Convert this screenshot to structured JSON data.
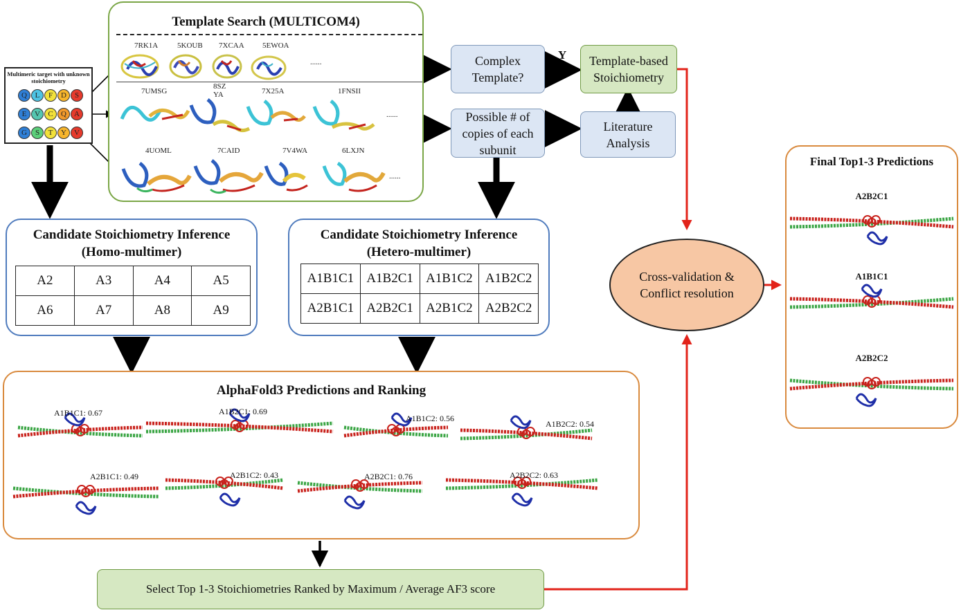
{
  "template_search": {
    "title": "Template Search (MULTICOM4)",
    "row1": [
      "7RK1A",
      "5KOUB",
      "7XCAA",
      "5EWOA"
    ],
    "row2": [
      "7UMSG",
      "8SZ\nYA",
      "7X25A",
      "1FNSII"
    ],
    "row3": [
      "4UOML",
      "7CAID",
      "7V4WA",
      "6LXJN"
    ],
    "ellipsis": "......"
  },
  "target": {
    "label": "Multimeric target with unknown stoichiometry",
    "rows": [
      [
        {
          "t": "Q",
          "c": "#2f7fd6"
        },
        {
          "t": "L",
          "c": "#4ec3e3"
        },
        {
          "t": "F",
          "c": "#f2e13a"
        },
        {
          "t": "D",
          "c": "#f7b52c"
        },
        {
          "t": "S",
          "c": "#e63a2c"
        }
      ],
      [
        {
          "t": "E",
          "c": "#2f7fd6"
        },
        {
          "t": "V",
          "c": "#54c6b0"
        },
        {
          "t": "C",
          "c": "#f2e13a"
        },
        {
          "t": "Q",
          "c": "#f29a2c"
        },
        {
          "t": "A",
          "c": "#e63a2c"
        }
      ],
      [
        {
          "t": "G",
          "c": "#2f7fd6"
        },
        {
          "t": "S",
          "c": "#5ccf7a"
        },
        {
          "t": "T",
          "c": "#f2e13a"
        },
        {
          "t": "Y",
          "c": "#f7b52c"
        },
        {
          "t": "V",
          "c": "#e63a2c"
        }
      ]
    ]
  },
  "complex_template": "Complex Template?",
  "yes_label": "Y",
  "template_based": "Template-based Stoichiometry",
  "possible_copies": "Possible # of copies of each subunit",
  "literature": "Literature Analysis",
  "homo": {
    "title1": "Candidate Stoichiometry Inference",
    "title2": "(Homo-multimer)",
    "rows": [
      [
        "A2",
        "A3",
        "A4",
        "A5"
      ],
      [
        "A6",
        "A7",
        "A8",
        "A9"
      ]
    ]
  },
  "hetero": {
    "title1": "Candidate Stoichiometry Inference",
    "title2": "(Hetero-multimer)",
    "rows": [
      [
        "A1B1C1",
        "A1B2C1",
        "A1B1C2",
        "A1B2C2"
      ],
      [
        "A2B1C1",
        "A2B2C1",
        "A2B1C2",
        "A2B2C2"
      ]
    ]
  },
  "alphafold": {
    "title": "AlphaFold3 Predictions and Ranking",
    "preds": [
      {
        "name": "A1B1C1",
        "score": "0.67"
      },
      {
        "name": "A1B2C1",
        "score": "0.69"
      },
      {
        "name": "A1B1C2",
        "score": "0.56"
      },
      {
        "name": "A1B2C2",
        "score": "0.54"
      },
      {
        "name": "A2B1C1",
        "score": "0.49"
      },
      {
        "name": "A2B1C2",
        "score": "0.43"
      },
      {
        "name": "A2B2C1",
        "score": "0.76"
      },
      {
        "name": "A2B2C2",
        "score": "0.63"
      }
    ]
  },
  "cross_validation": "Cross-validation & Conflict resolution",
  "select": "Select Top 1-3 Stoichiometries Ranked by  Maximum / Average AF3 score",
  "final": {
    "title": "Final Top1-3 Predictions",
    "items": [
      "A2B2C1",
      "A1B1C1",
      "A2B2C2"
    ]
  },
  "colors": {
    "green": "#7aa646",
    "blue": "#4f7bbd",
    "orange": "#d98a3e",
    "red": "#e2231a",
    "coil_red": "#c8211b",
    "coil_green": "#3aa544",
    "protein_blue": "#1f2fa8"
  }
}
